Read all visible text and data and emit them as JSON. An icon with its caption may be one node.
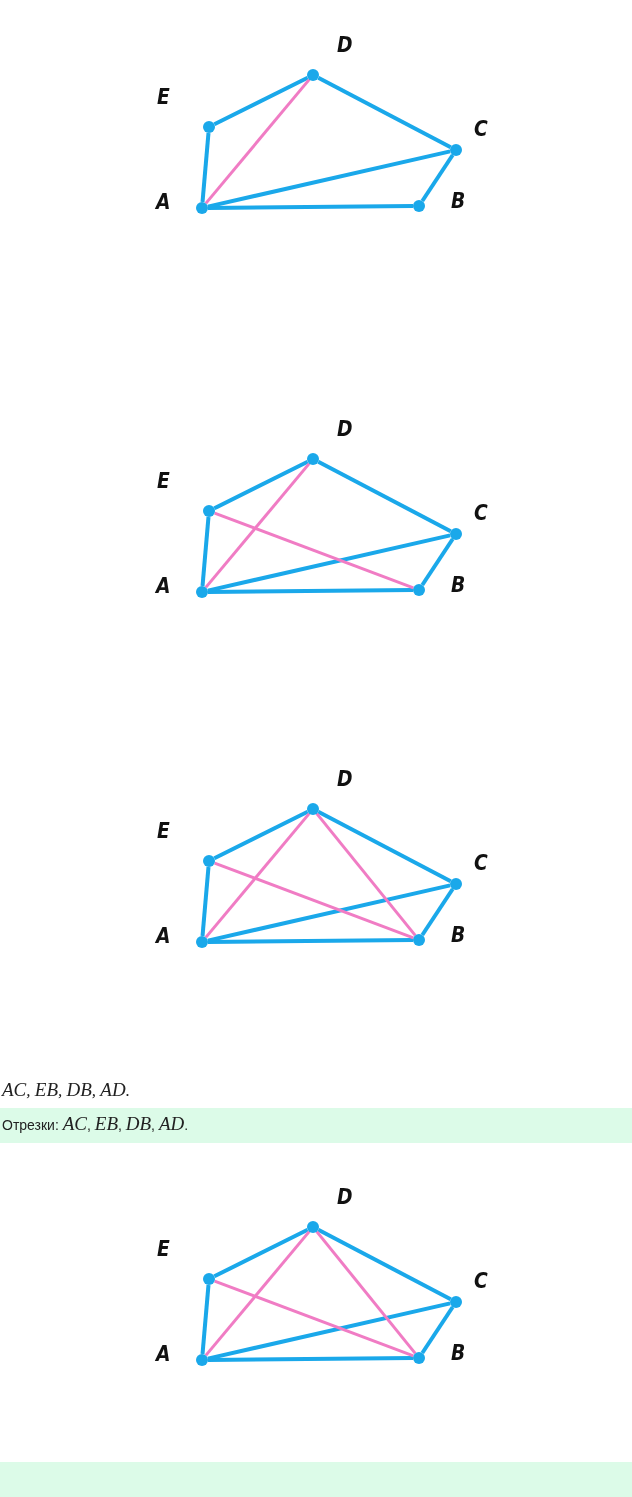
{
  "diagram": {
    "nodes": [
      {
        "text": [
          "D"
        ]
      },
      {
        "text": [
          "E"
        ]
      },
      {
        "text": [
          "C"
        ]
      },
      {
        "text": [
          "A"
        ]
      },
      {
        "text": [
          "B"
        ]
      },
      {
        "text": [
          "D"
        ]
      },
      {
        "text": [
          "E"
        ]
      },
      {
        "text": [
          "C"
        ]
      },
      {
        "text": [
          "A"
        ]
      },
      {
        "text": [
          "B"
        ]
      },
      {
        "text": [
          "D"
        ]
      },
      {
        "text": [
          "E"
        ]
      },
      {
        "text": [
          "C"
        ]
      },
      {
        "text": [
          "A"
        ]
      },
      {
        "text": [
          "B"
        ]
      },
      {
        "text": [
          "D"
        ]
      },
      {
        "text": [
          "E"
        ]
      },
      {
        "text": [
          "C"
        ]
      },
      {
        "text": [
          "A"
        ]
      },
      {
        "text": [
          "B"
        ]
      }
    ],
    "edges": [
      {
        "from": 1,
        "to": 0,
        "arrow": "none"
      },
      {
        "from": 0,
        "to": 2,
        "arrow": "none"
      },
      {
        "from": 2,
        "to": 4,
        "arrow": "none"
      },
      {
        "from": 4,
        "to": 3,
        "arrow": "none"
      },
      {
        "from": 3,
        "to": 1,
        "arrow": "none"
      },
      {
        "from": 3,
        "to": 2,
        "arrow": "none"
      },
      {
        "from": 3,
        "to": 0,
        "arrow": "none",
        "color": "#f07cc4"
      },
      {
        "from": 6,
        "to": 5,
        "arrow": "none"
      },
      {
        "from": 5,
        "to": 7,
        "arrow": "none"
      },
      {
        "from": 7,
        "to": 9,
        "arrow": "none"
      },
      {
        "from": 9,
        "to": 8,
        "arrow": "none"
      },
      {
        "from": 8,
        "to": 6,
        "arrow": "none"
      },
      {
        "from": 8,
        "to": 7,
        "arrow": "none"
      },
      {
        "from": 8,
        "to": 5,
        "arrow": "none",
        "color": "#f07cc4"
      },
      {
        "from": 6,
        "to": 9,
        "arrow": "none",
        "color": "#f07cc4"
      },
      {
        "from": 11,
        "to": 10,
        "arrow": "none"
      },
      {
        "from": 10,
        "to": 12,
        "arrow": "none"
      },
      {
        "from": 12,
        "to": 14,
        "arrow": "none"
      },
      {
        "from": 14,
        "to": 13,
        "arrow": "none"
      },
      {
        "from": 13,
        "to": 11,
        "arrow": "none"
      },
      {
        "from": 13,
        "to": 12,
        "arrow": "none"
      },
      {
        "from": 13,
        "to": 10,
        "arrow": "none",
        "color": "#f07cc4"
      },
      {
        "from": 11,
        "to": 14,
        "arrow": "none",
        "color": "#f07cc4"
      },
      {
        "from": 10,
        "to": 14,
        "arrow": "none",
        "color": "#f07cc4"
      },
      {
        "from": 16,
        "to": 15,
        "arrow": "none"
      },
      {
        "from": 15,
        "to": 17,
        "arrow": "none"
      },
      {
        "from": 17,
        "to": 19,
        "arrow": "none"
      },
      {
        "from": 19,
        "to": 18,
        "arrow": "none"
      },
      {
        "from": 18,
        "to": 16,
        "arrow": "none"
      },
      {
        "from": 18,
        "to": 17,
        "arrow": "none"
      },
      {
        "from": 18,
        "to": 15,
        "arrow": "none",
        "color": "#f07cc4"
      },
      {
        "from": 16,
        "to": 19,
        "arrow": "none",
        "color": "#f07cc4"
      },
      {
        "from": 15,
        "to": 19,
        "arrow": "none",
        "color": "#f07cc4"
      }
    ],
    "labels": [
      "*AC*, *EB*, *DB*, *AD*.",
      "Отрезки: *AC*, *EB*, *DB*, *AD*."
    ]
  }
}
